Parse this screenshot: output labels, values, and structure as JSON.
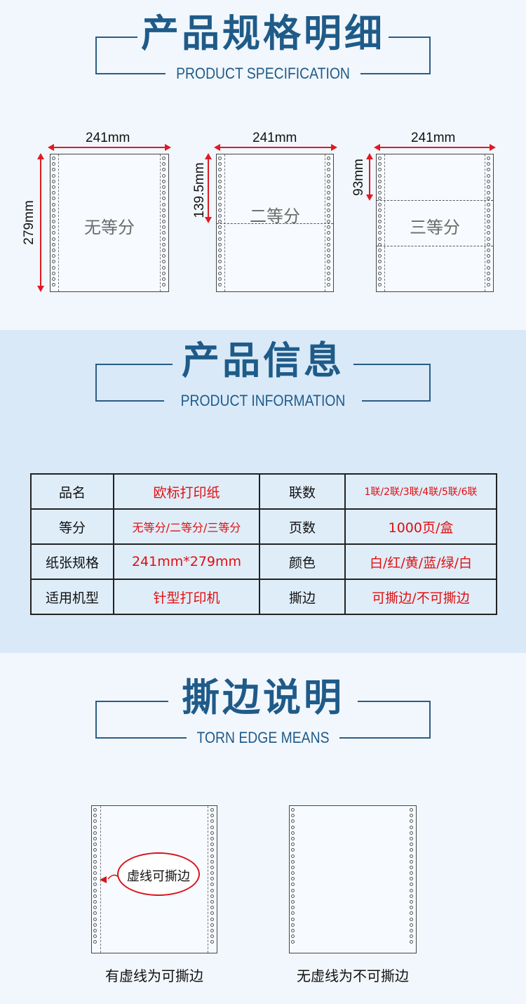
{
  "spec": {
    "title_cn": "产品规格明细",
    "title_en": "PRODUCT SPECIFICATION",
    "papers": [
      {
        "width_label": "241mm",
        "height_label": "279mm",
        "label": "无等分"
      },
      {
        "width_label": "241mm",
        "height_label": "139.5mm",
        "label": "二等分"
      },
      {
        "width_label": "241mm",
        "height_label": "93mm",
        "label": "三等分"
      }
    ],
    "colors": {
      "arrow": "#e01a22",
      "title": "#1f5b89"
    }
  },
  "info": {
    "title_cn": "产品信息",
    "title_en": "PRODUCT INFORMATION",
    "rows": [
      {
        "l1": "品名",
        "v1": "欧标打印纸",
        "l2": "联数",
        "v2": "1联/2联/3联/4联/5联/6联"
      },
      {
        "l1": "等分",
        "v1": "无等分/二等分/三等分",
        "l2": "页数",
        "v2": "1000页/盒"
      },
      {
        "l1": "纸张规格",
        "v1": "241mm*279mm",
        "l2": "颜色",
        "v2": "白/红/黄/蓝/绿/白"
      },
      {
        "l1": "适用机型",
        "v1": "针型打印机",
        "l2": "撕边",
        "v2": "可撕边/不可撕边"
      }
    ],
    "colors": {
      "value": "#e10e0e",
      "label": "#111111"
    }
  },
  "torn": {
    "title_cn": "撕边说明",
    "title_en": "TORN EDGE MEANS",
    "callout": "虚线可撕边",
    "caption_left": "有虚线为可撕边",
    "caption_right": "无虚线为不可撕边"
  }
}
